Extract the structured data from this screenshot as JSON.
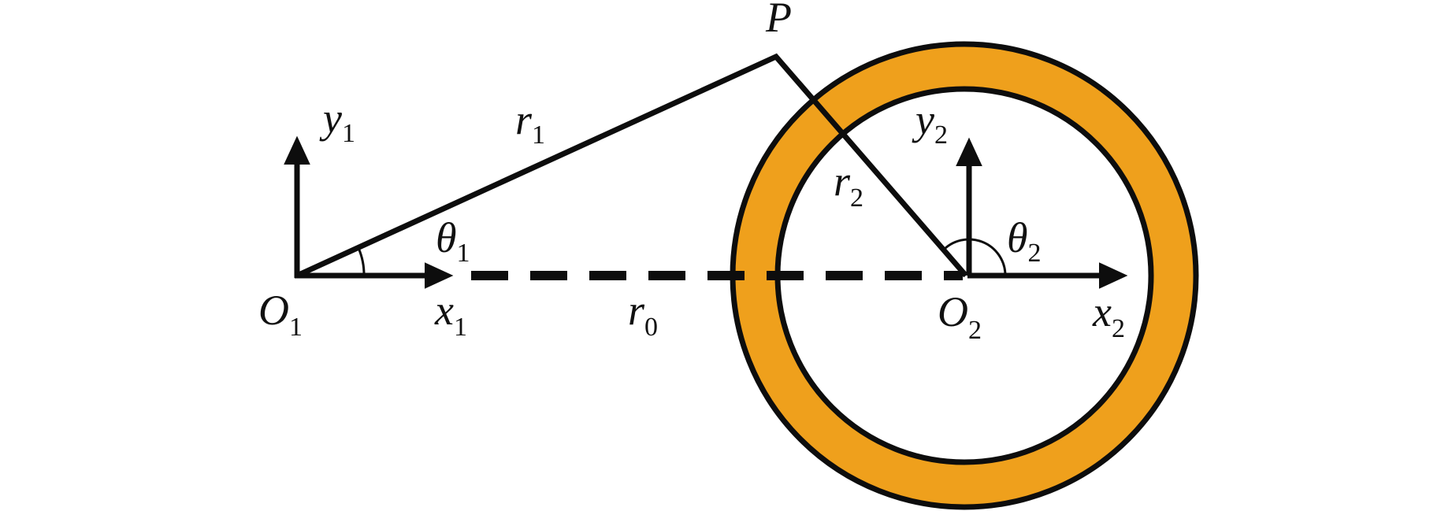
{
  "colors": {
    "ring": "#EFA01C",
    "line": "#0d0d0d"
  },
  "labels": {
    "P": {
      "main": "P",
      "sub": ""
    },
    "y1": {
      "main": "y",
      "sub": "1"
    },
    "r1": {
      "main": "r",
      "sub": "1"
    },
    "theta1": {
      "main": "θ",
      "sub": "1"
    },
    "O1": {
      "main": "O",
      "sub": "1"
    },
    "x1": {
      "main": "x",
      "sub": "1"
    },
    "r0": {
      "main": "r",
      "sub": "0"
    },
    "r2": {
      "main": "r",
      "sub": "2"
    },
    "y2": {
      "main": "y",
      "sub": "2"
    },
    "theta2": {
      "main": "θ",
      "sub": "2"
    },
    "O2": {
      "main": "O",
      "sub": "2"
    },
    "x2": {
      "main": "x",
      "sub": "2"
    }
  }
}
